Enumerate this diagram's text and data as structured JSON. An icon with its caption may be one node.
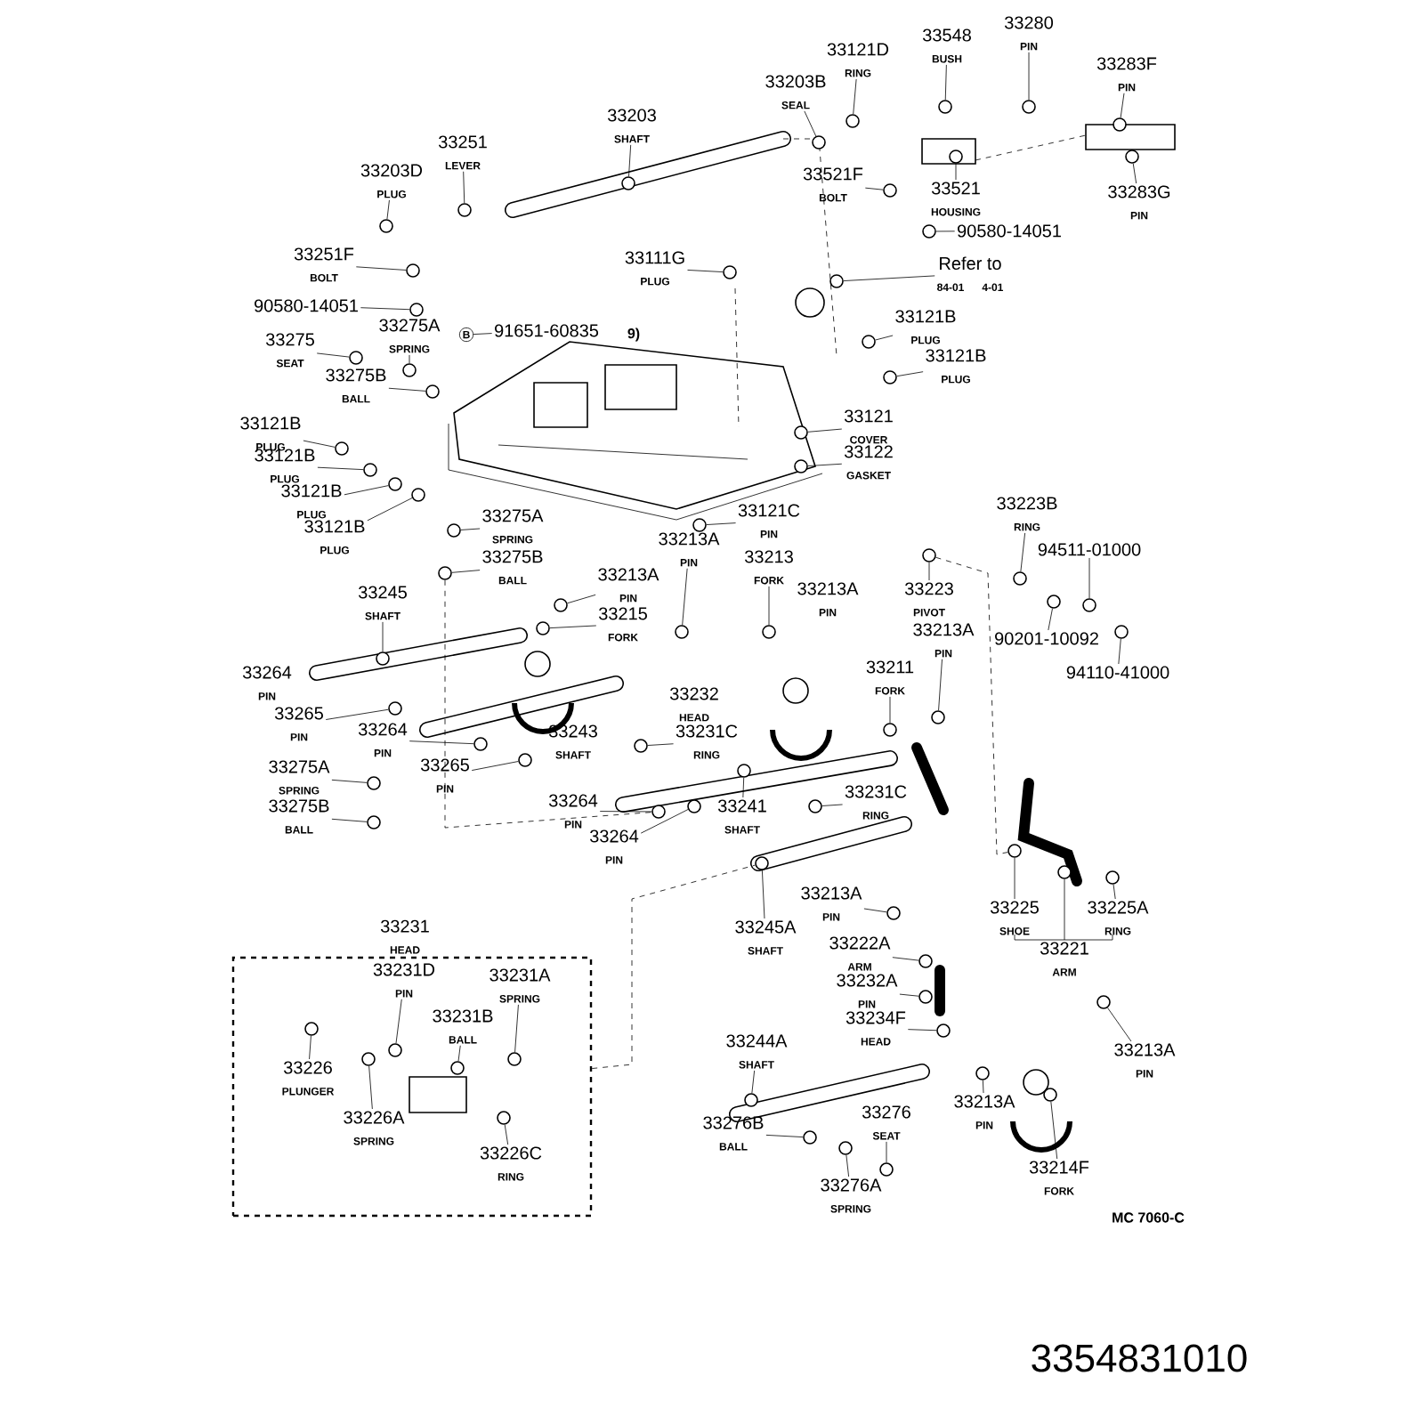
{
  "diagram": {
    "nodes": [
      {
        "text": [
          "33203",
          "SHAFT"
        ]
      },
      {
        "text": [
          "33251",
          "LEVER"
        ]
      },
      {
        "text": [
          "33203D",
          "PLUG"
        ]
      },
      {
        "text": [
          "33251F",
          "BOLT"
        ]
      },
      {
        "text": [
          "90580-14051"
        ]
      },
      {
        "text": [
          "33275A",
          "SPRING"
        ]
      },
      {
        "text": [
          "91651-60835"
        ]
      },
      {
        "text": [
          "33275",
          "SEAT"
        ]
      },
      {
        "text": [
          "33275B",
          "BALL"
        ]
      },
      {
        "text": [
          "33111G",
          "PLUG"
        ]
      },
      {
        "text": [
          "33121D",
          "RING"
        ]
      },
      {
        "text": [
          "33203B",
          "SEAL"
        ]
      },
      {
        "text": [
          "33548",
          "BUSH"
        ]
      },
      {
        "text": [
          "33280",
          "PIN"
        ]
      },
      {
        "text": [
          "33283F",
          "PIN"
        ]
      },
      {
        "text": [
          "33283G",
          "PIN"
        ]
      },
      {
        "text": [
          "33521F",
          "BOLT"
        ]
      },
      {
        "text": [
          "33521",
          "HOUSING"
        ]
      },
      {
        "text": [
          "90580-14051"
        ]
      },
      {
        "text": [
          "Refer to",
          "84-01",
          "4-01"
        ]
      },
      {
        "text": [
          "33121B",
          "PLUG"
        ]
      },
      {
        "text": [
          "33121B",
          "PLUG"
        ]
      },
      {
        "text": [
          "33121",
          "COVER"
        ]
      },
      {
        "text": [
          "33122",
          "GASKET"
        ]
      },
      {
        "text": [
          "33121B",
          "PLUG"
        ]
      },
      {
        "text": [
          "33121B",
          "PLUG"
        ]
      },
      {
        "text": [
          "33121B",
          "PLUG"
        ]
      },
      {
        "text": [
          "33121B",
          "PLUG"
        ]
      },
      {
        "text": [
          "33275A",
          "SPRING"
        ]
      },
      {
        "text": [
          "33275B",
          "BALL"
        ]
      },
      {
        "text": [
          "33121C",
          "PIN"
        ]
      },
      {
        "text": [
          "33213A",
          "PIN"
        ]
      },
      {
        "text": [
          "33213",
          "FORK"
        ]
      },
      {
        "text": [
          "33213A",
          "PIN"
        ]
      },
      {
        "text": [
          "33215",
          "FORK"
        ]
      },
      {
        "text": [
          "33245",
          "SHAFT"
        ]
      },
      {
        "text": [
          "33264",
          "PIN"
        ]
      },
      {
        "text": [
          "33265",
          "PIN"
        ]
      },
      {
        "text": [
          "33264",
          "PIN"
        ]
      },
      {
        "text": [
          "33232",
          "HEAD"
        ]
      },
      {
        "text": [
          "33243",
          "SHAFT"
        ]
      },
      {
        "text": [
          "33231C",
          "RING"
        ]
      },
      {
        "text": [
          "33275A",
          "SPRING"
        ]
      },
      {
        "text": [
          "33275B",
          "BALL"
        ]
      },
      {
        "text": [
          "33265",
          "PIN"
        ]
      },
      {
        "text": [
          "33264",
          "PIN"
        ]
      },
      {
        "text": [
          "33264",
          "PIN"
        ]
      },
      {
        "text": [
          "33241",
          "SHAFT"
        ]
      },
      {
        "text": [
          "33223B",
          "RING"
        ]
      },
      {
        "text": [
          "94511-01000"
        ]
      },
      {
        "text": [
          "33223",
          "PIVOT"
        ]
      },
      {
        "text": [
          "90201-10092"
        ]
      },
      {
        "text": [
          "94110-41000"
        ]
      },
      {
        "text": [
          "33213A",
          "PIN"
        ]
      },
      {
        "text": [
          "33213A",
          "PIN"
        ]
      },
      {
        "text": [
          "33211",
          "FORK"
        ]
      },
      {
        "text": [
          "33231C",
          "RING"
        ]
      },
      {
        "text": [
          "33225",
          "SHOE"
        ]
      },
      {
        "text": [
          "33225A",
          "RING"
        ]
      },
      {
        "text": [
          "33221",
          "ARM"
        ]
      },
      {
        "text": [
          "33245A",
          "SHAFT"
        ]
      },
      {
        "text": [
          "33213A",
          "PIN"
        ]
      },
      {
        "text": [
          "33222A",
          "ARM"
        ]
      },
      {
        "text": [
          "33232A",
          "PIN"
        ]
      },
      {
        "text": [
          "33234F",
          "HEAD"
        ]
      },
      {
        "text": [
          "33244A",
          "SHAFT"
        ]
      },
      {
        "text": [
          "33213A",
          "PIN"
        ]
      },
      {
        "text": [
          "33213A",
          "PIN"
        ]
      },
      {
        "text": [
          "33276B",
          "BALL"
        ]
      },
      {
        "text": [
          "33276",
          "SEAT"
        ]
      },
      {
        "text": [
          "33276A",
          "SPRING"
        ]
      },
      {
        "text": [
          "33214F",
          "FORK"
        ]
      },
      {
        "text": [
          "33231",
          "HEAD"
        ]
      },
      {
        "text": [
          "33231D",
          "PIN"
        ],
        "in": 72
      },
      {
        "text": [
          "33231A",
          "SPRING"
        ],
        "in": 72
      },
      {
        "text": [
          "33231B",
          "BALL"
        ],
        "in": 72
      },
      {
        "text": [
          "33226",
          "PLUNGER"
        ],
        "in": 72
      },
      {
        "text": [
          "33226A",
          "SPRING"
        ],
        "in": 72
      },
      {
        "text": [
          "33226C",
          "RING"
        ],
        "in": 72
      },
      {
        "text": [],
        "shape": "circle"
      },
      {
        "text": [],
        "shape": "circle"
      },
      {
        "text": [],
        "shape": "circle"
      },
      {
        "text": [],
        "shape": "circle"
      },
      {
        "text": [],
        "shape": "circle"
      },
      {
        "text": [],
        "shape": "circle"
      },
      {
        "text": [
          "B"
        ]
      },
      {
        "text": [],
        "shape": "circle"
      },
      {
        "text": [],
        "shape": "circle"
      },
      {
        "text": [],
        "shape": "circle"
      },
      {
        "text": [],
        "shape": "circle"
      },
      {
        "text": [],
        "shape": "circle"
      },
      {
        "text": [],
        "shape": "circle"
      },
      {
        "text": [],
        "shape": "circle"
      },
      {
        "text": [],
        "shape": "circle"
      },
      {
        "text": [],
        "shape": "circle"
      },
      {
        "text": [],
        "shape": "circle"
      },
      {
        "text": [],
        "shape": "circle"
      },
      {
        "text": [],
        "shape": "circle"
      },
      {
        "text": [],
        "shape": "circle"
      },
      {
        "text": [],
        "shape": "circle"
      },
      {
        "text": [],
        "shape": "circle"
      },
      {
        "text": [],
        "shape": "circle"
      },
      {
        "text": [],
        "shape": "circle"
      },
      {
        "text": [],
        "shape": "circle"
      },
      {
        "text": [],
        "shape": "circle"
      },
      {
        "text": [],
        "shape": "circle"
      },
      {
        "text": [],
        "shape": "circle"
      },
      {
        "text": [],
        "shape": "circle"
      },
      {
        "text": [],
        "shape": "circle"
      },
      {
        "text": [],
        "shape": "circle"
      },
      {
        "text": [],
        "shape": "circle"
      },
      {
        "text": [],
        "shape": "circle"
      },
      {
        "text": [],
        "shape": "circle"
      },
      {
        "text": [],
        "shape": "circle"
      },
      {
        "text": [],
        "shape": "circle"
      },
      {
        "text": [],
        "shape": "circle"
      },
      {
        "text": [],
        "shape": "circle"
      },
      {
        "text": [],
        "shape": "circle"
      },
      {
        "text": [],
        "shape": "circle"
      },
      {
        "text": [],
        "shape": "circle"
      },
      {
        "text": [],
        "shape": "circle"
      },
      {
        "text": [],
        "shape": "circle"
      },
      {
        "text": [],
        "shape": "circle"
      },
      {
        "text": [],
        "shape": "circle"
      },
      {
        "text": [],
        "shape": "circle"
      },
      {
        "text": [],
        "shape": "circle"
      },
      {
        "text": [],
        "shape": "circle"
      },
      {
        "text": [],
        "shape": "circle"
      },
      {
        "text": [],
        "shape": "circle"
      },
      {
        "text": [],
        "shape": "circle"
      },
      {
        "text": [],
        "shape": "circle"
      },
      {
        "text": [],
        "shape": "circle"
      },
      {
        "text": [],
        "shape": "circle"
      },
      {
        "text": [],
        "shape": "circle"
      },
      {
        "text": [],
        "shape": "circle"
      },
      {
        "text": [],
        "shape": "circle"
      },
      {
        "text": [],
        "shape": "circle"
      },
      {
        "text": [],
        "shape": "circle"
      },
      {
        "text": [],
        "shape": "circle"
      },
      {
        "text": [],
        "shape": "circle"
      },
      {
        "text": [],
        "shape": "circle"
      },
      {
        "text": [],
        "shape": "circle"
      },
      {
        "text": [],
        "shape": "circle"
      },
      {
        "text": [],
        "shape": "circle"
      },
      {
        "text": [],
        "shape": "circle"
      },
      {
        "text": [],
        "shape": "circle"
      },
      {
        "text": [],
        "shape": "circle"
      },
      {
        "text": [],
        "shape": "circle",
        "in": 72
      },
      {
        "text": [],
        "shape": "circle",
        "in": 72
      },
      {
        "text": [],
        "shape": "circle",
        "in": 72
      },
      {
        "text": [],
        "shape": "circle",
        "in": 72
      },
      {
        "text": [],
        "shape": "circle",
        "in": 72
      },
      {
        "text": [],
        "shape": "circle",
        "in": 72
      }
    ],
    "edges": [
      {
        "from": 0,
        "to": 79,
        "arrow": "none"
      },
      {
        "from": 1,
        "to": 80,
        "arrow": "none"
      },
      {
        "from": 2,
        "to": 81,
        "arrow": "none"
      },
      {
        "from": 3,
        "to": 82,
        "arrow": "none"
      },
      {
        "from": 4,
        "to": 83,
        "arrow": "none"
      },
      {
        "from": 5,
        "to": 84,
        "arrow": "none"
      },
      {
        "from": 6,
        "to": 85,
        "arrow": "none"
      },
      {
        "from": 7,
        "to": 86,
        "arrow": "none"
      },
      {
        "from": 8,
        "to": 87,
        "arrow": "none"
      },
      {
        "from": 9,
        "to": 88,
        "arrow": "none"
      },
      {
        "from": 10,
        "to": 89,
        "arrow": "none"
      },
      {
        "from": 11,
        "to": 90,
        "arrow": "none"
      },
      {
        "from": 12,
        "to": 91,
        "arrow": "none"
      },
      {
        "from": 13,
        "to": 92,
        "arrow": "none"
      },
      {
        "from": 14,
        "to": 93,
        "arrow": "none"
      },
      {
        "from": 15,
        "to": 94,
        "arrow": "none"
      },
      {
        "from": 16,
        "to": 95,
        "arrow": "none"
      },
      {
        "from": 17,
        "to": 96,
        "arrow": "none"
      },
      {
        "from": 18,
        "to": 97,
        "arrow": "none"
      },
      {
        "from": 19,
        "to": 98,
        "arrow": "none"
      },
      {
        "from": 20,
        "to": 99,
        "arrow": "none"
      },
      {
        "from": 21,
        "to": 100,
        "arrow": "none"
      },
      {
        "from": 22,
        "to": 101,
        "arrow": "none"
      },
      {
        "from": 23,
        "to": 102,
        "arrow": "none"
      },
      {
        "from": 24,
        "to": 103,
        "arrow": "none"
      },
      {
        "from": 25,
        "to": 104,
        "arrow": "none"
      },
      {
        "from": 26,
        "to": 105,
        "arrow": "none"
      },
      {
        "from": 27,
        "to": 106,
        "arrow": "none"
      },
      {
        "from": 28,
        "to": 107,
        "arrow": "none"
      },
      {
        "from": 29,
        "to": 108,
        "arrow": "none"
      },
      {
        "from": 30,
        "to": 109,
        "arrow": "none"
      },
      {
        "from": 31,
        "to": 110,
        "arrow": "none"
      },
      {
        "from": 32,
        "to": 111,
        "arrow": "none"
      },
      {
        "from": 33,
        "to": 112,
        "arrow": "none"
      },
      {
        "from": 34,
        "to": 113,
        "arrow": "none"
      },
      {
        "from": 35,
        "to": 114,
        "arrow": "none"
      },
      {
        "from": 37,
        "to": 115,
        "arrow": "none"
      },
      {
        "from": 38,
        "to": 116,
        "arrow": "none"
      },
      {
        "from": 41,
        "to": 117,
        "arrow": "none"
      },
      {
        "from": 42,
        "to": 118,
        "arrow": "none"
      },
      {
        "from": 43,
        "to": 119,
        "arrow": "none"
      },
      {
        "from": 44,
        "to": 120,
        "arrow": "none"
      },
      {
        "from": 45,
        "to": 121,
        "arrow": "none"
      },
      {
        "from": 46,
        "to": 122,
        "arrow": "none"
      },
      {
        "from": 47,
        "to": 123,
        "arrow": "none"
      },
      {
        "from": 48,
        "to": 124,
        "arrow": "none"
      },
      {
        "from": 49,
        "to": 125,
        "arrow": "none"
      },
      {
        "from": 50,
        "to": 126,
        "arrow": "none"
      },
      {
        "from": 51,
        "to": 127,
        "arrow": "none"
      },
      {
        "from": 52,
        "to": 128,
        "arrow": "none"
      },
      {
        "from": 54,
        "to": 129,
        "arrow": "none"
      },
      {
        "from": 55,
        "to": 130,
        "arrow": "none"
      },
      {
        "from": 56,
        "to": 131,
        "arrow": "none"
      },
      {
        "from": 57,
        "to": 132,
        "arrow": "none"
      },
      {
        "from": 58,
        "to": 133,
        "arrow": "none"
      },
      {
        "from": 59,
        "to": 134,
        "arrow": "none"
      },
      {
        "from": 60,
        "to": 135,
        "arrow": "none"
      },
      {
        "from": 61,
        "to": 136,
        "arrow": "none"
      },
      {
        "from": 62,
        "to": 137,
        "arrow": "none"
      },
      {
        "from": 63,
        "to": 138,
        "arrow": "none"
      },
      {
        "from": 64,
        "to": 139,
        "arrow": "none"
      },
      {
        "from": 65,
        "to": 140,
        "arrow": "none"
      },
      {
        "from": 66,
        "to": 141,
        "arrow": "none"
      },
      {
        "from": 67,
        "to": 142,
        "arrow": "none"
      },
      {
        "from": 68,
        "to": 143,
        "arrow": "none"
      },
      {
        "from": 69,
        "to": 144,
        "arrow": "none"
      },
      {
        "from": 70,
        "to": 145,
        "arrow": "none"
      },
      {
        "from": 71,
        "to": 146,
        "arrow": "none"
      },
      {
        "from": 73,
        "to": 147,
        "arrow": "none"
      },
      {
        "from": 74,
        "to": 148,
        "arrow": "none"
      },
      {
        "from": 75,
        "to": 149,
        "arrow": "none"
      },
      {
        "from": 76,
        "to": 150,
        "arrow": "none"
      },
      {
        "from": 77,
        "to": 151,
        "arrow": "none"
      },
      {
        "from": 78,
        "to": 152,
        "arrow": "none"
      },
      {
        "from": 108,
        "to": 121,
        "arrow": "none",
        "style": "dashed"
      },
      {
        "from": 126,
        "to": 132,
        "arrow": "none",
        "style": "dashed"
      },
      {
        "from": 72,
        "to": 135,
        "arrow": "none",
        "style": "dashed"
      }
    ],
    "labels": [
      "9)",
      "MC 7060-C",
      "3354831010"
    ]
  }
}
